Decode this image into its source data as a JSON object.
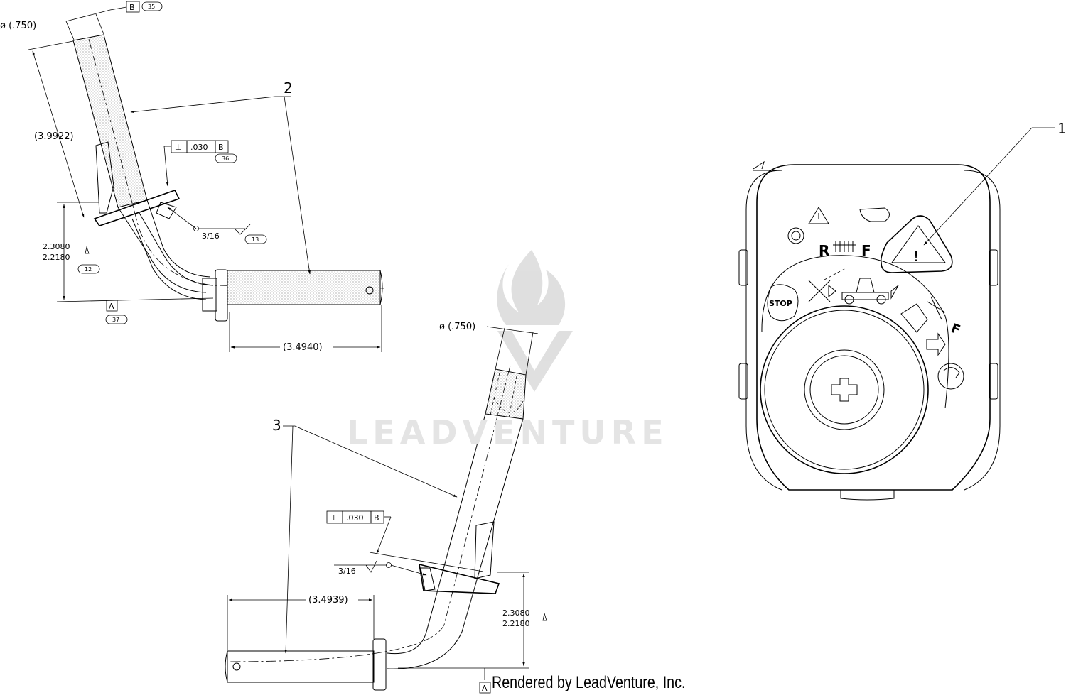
{
  "watermark": {
    "text": "LEADVENTURE"
  },
  "footer": {
    "credit": "Rendered by LeadVenture, Inc."
  },
  "callouts": {
    "part1": "1",
    "part2": "2",
    "part3": "3"
  },
  "shaft_upper": {
    "diameter": "ø (.750)",
    "datum_b": "B",
    "datum_b_ref": "35",
    "length_dim": "(3.9922)",
    "perp_symbol": "⊥",
    "perp_tol": ".030",
    "perp_datum": "B",
    "perp_ref": "36",
    "weld": "3/16",
    "weld_ref": "13",
    "height_max": "2.3080",
    "height_min": "2.2180",
    "height_ref": "12",
    "datum_a": "A",
    "datum_a_ref": "37",
    "leg_dim": "(3.4940)"
  },
  "shaft_lower": {
    "diameter": "ø (.750)",
    "perp_symbol": "⊥",
    "perp_tol": ".030",
    "perp_datum": "B",
    "weld": "3/16",
    "leg_dim": "(3.4939)",
    "height_max": "2.3080",
    "height_min": "2.2180",
    "datum_a": "A"
  },
  "switch_panel": {
    "stop_label": "STOP",
    "reverse_label": "R",
    "forward_label": "F",
    "forward_label_2": "F",
    "warning_mark": "!"
  }
}
